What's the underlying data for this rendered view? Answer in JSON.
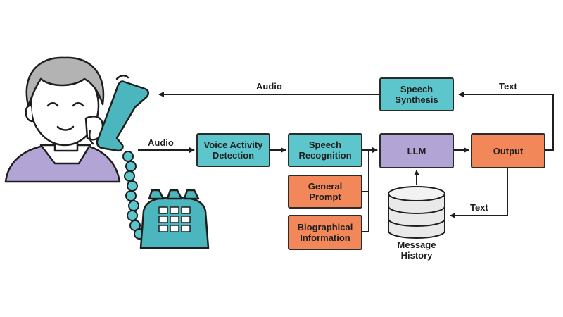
{
  "colors": {
    "teal": "#5cc6cc",
    "orange": "#f2875a",
    "purple": "#b2a5d6",
    "stroke": "#2b2b2b"
  },
  "illustrations": [
    "elderly-person-icon",
    "telephone-icon",
    "database-icon"
  ],
  "boxes": {
    "voice_activity_detection": "Voice Activity Detection",
    "speech_recognition": "Speech Recognition",
    "llm": "LLM",
    "output": "Output",
    "speech_synthesis": "Speech Synthesis",
    "general_prompt": "General Prompt",
    "biographical_information": "Biographical Information"
  },
  "labels": {
    "audio_out": "Audio",
    "audio_in": "Audio",
    "text_top": "Text",
    "text_history": "Text",
    "message_history": "Message History"
  }
}
